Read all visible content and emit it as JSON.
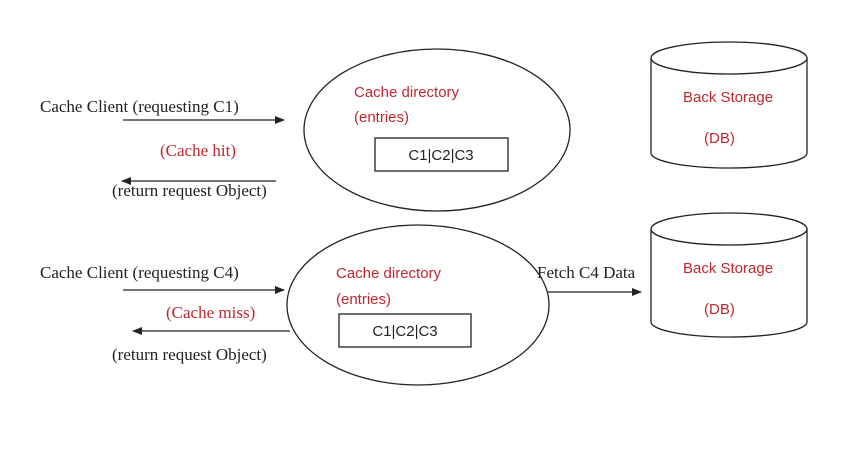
{
  "hit_scenario": {
    "client_label": "Cache Client (requesting C1)",
    "result_label": "(Cache hit)",
    "return_label": "(return request Object)",
    "cache_title": "Cache directory",
    "cache_subtitle": "(entries)",
    "entries": "C1|C2|C3",
    "storage_title": "Back Storage",
    "storage_subtitle": "(DB)"
  },
  "miss_scenario": {
    "client_label": "Cache Client (requesting C4)",
    "result_label": "(Cache miss)",
    "return_label": "(return request Object)",
    "cache_title": "Cache directory",
    "cache_subtitle": "(entries)",
    "entries": "C1|C2|C3",
    "fetch_label": "Fetch C4 Data",
    "storage_title": "Back Storage",
    "storage_subtitle": "(DB)"
  },
  "colors": {
    "red_text": "#c0282d",
    "dark_text": "#222222"
  }
}
